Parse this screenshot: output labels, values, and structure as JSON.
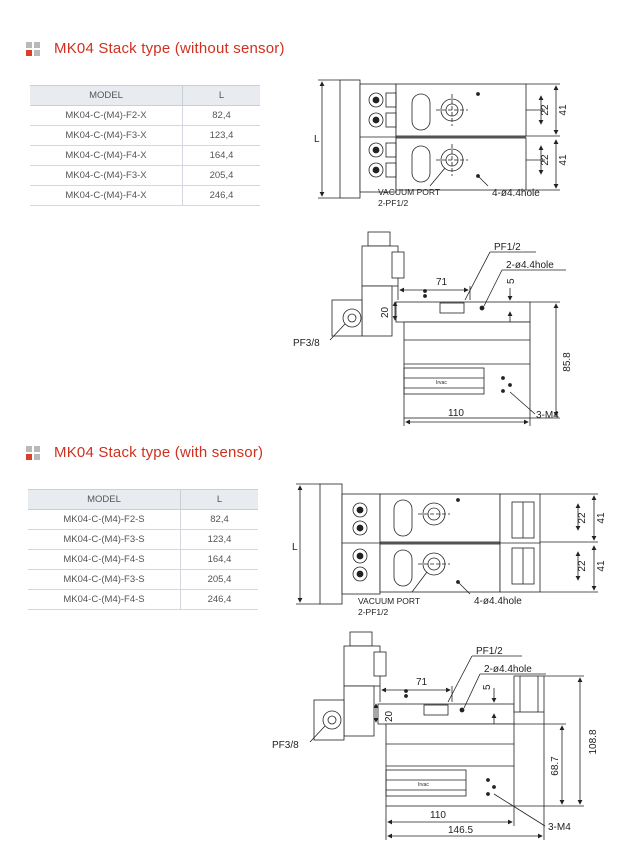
{
  "colors": {
    "title_red": "#d0301f",
    "table_header_bg": "#e8ecf1",
    "icon_red": "#d9402a",
    "icon_grey": "#b9b9b9"
  },
  "sections": [
    {
      "title": "MK04 Stack type (without sensor)",
      "icon": "grid-square-icon",
      "table": {
        "headers": [
          "MODEL",
          "L"
        ],
        "rows": [
          [
            "MK04-C-(M4)-F2-X",
            "82,4"
          ],
          [
            "MK04-C-(M4)-F3-X",
            "123,4"
          ],
          [
            "MK04-C-(M4)-F4-X",
            "164,4"
          ],
          [
            "MK04-C-(M4)-F3-X",
            "205,4"
          ],
          [
            "MK04-C-(M4)-F4-X",
            "246,4"
          ]
        ]
      },
      "drawing_top": {
        "l": "L",
        "dim_22_a": "22",
        "dim_41_a": "41",
        "dim_22_b": "22",
        "dim_41_b": "41",
        "vacuum_port": "VACUUM PORT",
        "vacuum_port_size": "2-PF1/2",
        "hole": "4-ø4.4hole"
      },
      "drawing_side": {
        "pf12": "PF1/2",
        "hole": "2-ø4.4hole",
        "d71": "71",
        "d5": "5",
        "d20": "20",
        "d858": "85.8",
        "pf38": "PF3/8",
        "d110": "110",
        "m4": "3-M4"
      }
    },
    {
      "title": "MK04 Stack type (with sensor)",
      "icon": "grid-square-icon",
      "table": {
        "headers": [
          "MODEL",
          "L"
        ],
        "rows": [
          [
            "MK04-C-(M4)-F2-S",
            "82,4"
          ],
          [
            "MK04-C-(M4)-F3-S",
            "123,4"
          ],
          [
            "MK04-C-(M4)-F4-S",
            "164,4"
          ],
          [
            "MK04-C-(M4)-F3-S",
            "205,4"
          ],
          [
            "MK04-C-(M4)-F4-S",
            "246,4"
          ]
        ]
      },
      "drawing_top": {
        "l": "L",
        "dim_22_a": "22",
        "dim_41_a": "41",
        "dim_22_b": "22",
        "dim_41_b": "41",
        "vacuum_port": "VACUUM PORT",
        "vacuum_port_size": "2-PF1/2",
        "hole": "4-ø4.4hole"
      },
      "drawing_side": {
        "pf12": "PF1/2",
        "hole": "2-ø4.4hole",
        "d71": "71",
        "d5": "5",
        "d20": "20",
        "d1088": "108.8",
        "d687": "68.7",
        "pf38": "PF3/8",
        "d110": "110",
        "d1465": "146.5",
        "m4": "3-M4"
      }
    }
  ]
}
